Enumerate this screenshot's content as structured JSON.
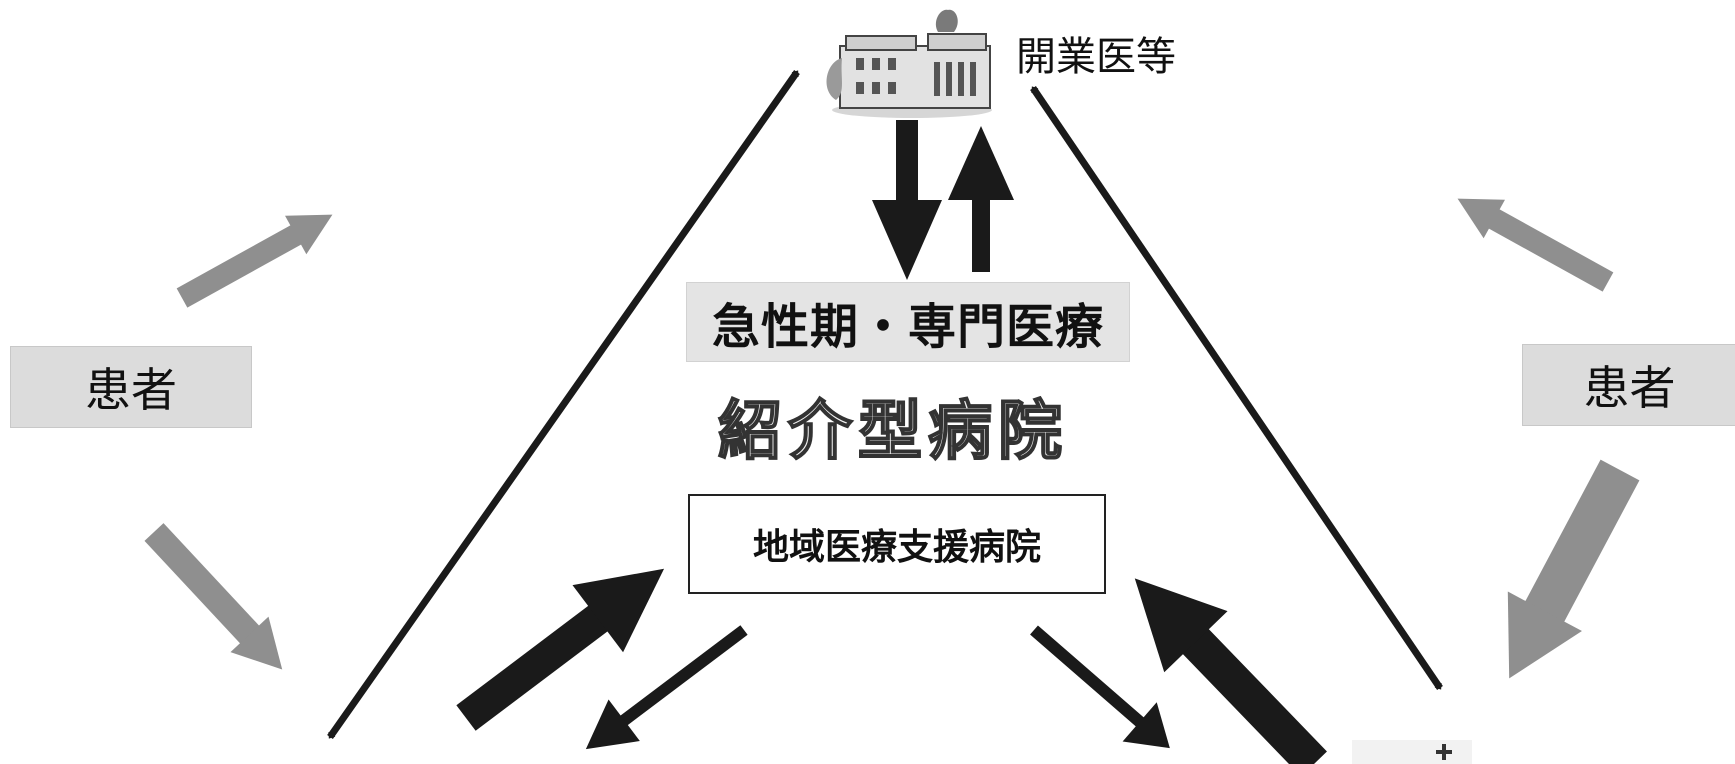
{
  "nodes": {
    "top_label": "開業医等",
    "acute_care": "急性期・専門医療",
    "referral_hospital": "紹介型病院",
    "regional_support_hospital": "地域医療支援病院",
    "patient_left": "患者",
    "patient_right": "患者"
  },
  "colors": {
    "dark_arrow": "#1a1a1a",
    "gray_arrow": "#8f8f8f",
    "label_box": "#dcdcdc"
  },
  "icons": {
    "clinic": "clinic-building-icon",
    "cross": "medical-cross-icon"
  }
}
